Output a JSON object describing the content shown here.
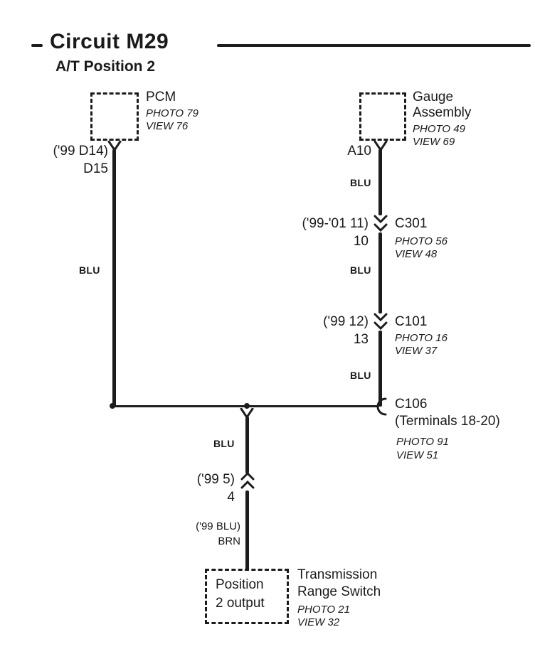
{
  "header": {
    "title": "Circuit M29",
    "subtitle": "A/T Position 2"
  },
  "pcm": {
    "name": "PCM",
    "photo": "PHOTO 79",
    "view": "VIEW 76",
    "pin_line1": "('99 D14)",
    "pin_line2": "D15"
  },
  "gauge": {
    "name_line1": "Gauge",
    "name_line2": "Assembly",
    "photo": "PHOTO 49",
    "view": "VIEW 69",
    "pin": "A10"
  },
  "c301": {
    "name": "C301",
    "photo": "PHOTO 56",
    "view": "VIEW 48",
    "pin_line1": "('99-'01 11)",
    "pin_line2": "10"
  },
  "c101": {
    "name": "C101",
    "photo": "PHOTO 16",
    "view": "VIEW 37",
    "pin_line1": "('99 12)",
    "pin_line2": "13"
  },
  "c106": {
    "name": "C106",
    "terminals": "(Terminals 18-20)",
    "photo": "PHOTO 91",
    "view": "VIEW 51"
  },
  "branch": {
    "pin_line1": "('99 5)",
    "pin_line2": "4",
    "note_line1": "('99 BLU)",
    "note_line2": "BRN"
  },
  "trs": {
    "box_line1": "Position",
    "box_line2": "2 output",
    "name_line1": "Transmission",
    "name_line2": "Range Switch",
    "photo": "PHOTO 21",
    "view": "VIEW 32"
  },
  "wire_labels": {
    "left_blu": "BLU",
    "right_blu_top": "BLU",
    "right_blu_mid": "BLU",
    "right_blu_bottom": "BLU",
    "branch_blu": "BLU"
  }
}
